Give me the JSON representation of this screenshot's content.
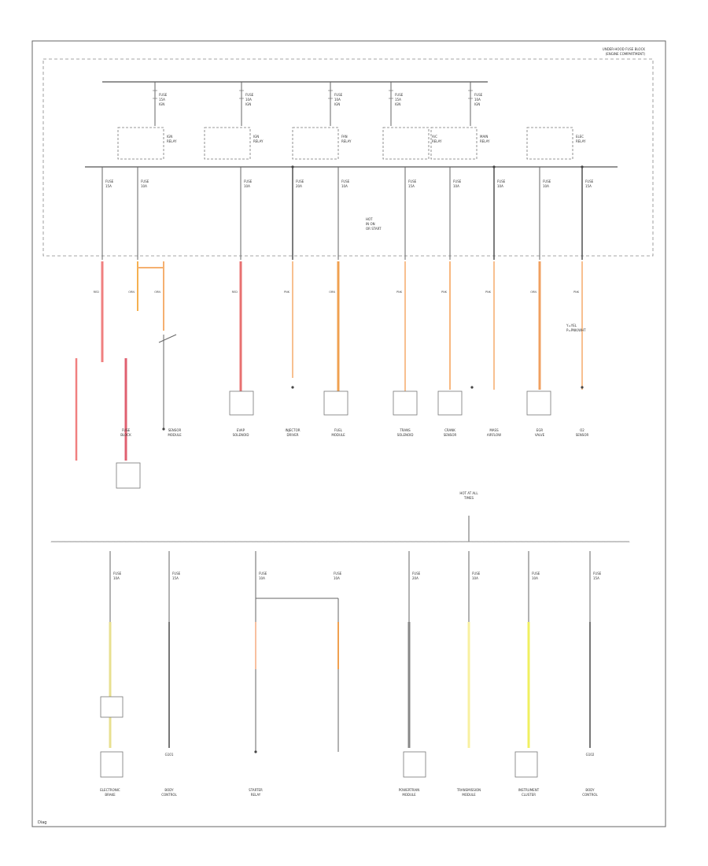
{
  "diagram": {
    "header_lines": [
      "UNDER-HOOD FUSE BLOCK",
      "(ENGINE COMPARTMENT)"
    ],
    "top_fuses": [
      {
        "line1": "FUSE",
        "line2": "15A",
        "line3": "IGN"
      },
      {
        "line1": "FUSE",
        "line2": "10A",
        "line3": "IGN"
      },
      {
        "line1": "FUSE",
        "line2": "10A",
        "line3": "IGN"
      },
      {
        "line1": "FUSE",
        "line2": "15A",
        "line3": "IGN"
      },
      {
        "line1": "FUSE",
        "line2": "10A",
        "line3": "IGN"
      }
    ],
    "relays": [
      {
        "line1": "IGN",
        "line2": "RELAY"
      },
      {
        "line1": "IGN",
        "line2": "RELAY"
      },
      {
        "line1": "FAN",
        "line2": "RELAY"
      },
      {
        "line1": "A/C",
        "line2": "RELAY"
      },
      {
        "line1": "MAIN",
        "line2": "RELAY"
      },
      {
        "line1": "ELEC",
        "line2": "RELAY"
      }
    ],
    "bus_labels": [
      {
        "line1": "FUSE",
        "line2": "15A"
      },
      {
        "line1": "FUSE",
        "line2": "10A"
      },
      {
        "line1": "FUSE",
        "line2": "10A"
      },
      {
        "line1": "FUSE",
        "line2": "20A"
      },
      {
        "line1": "FUSE",
        "line2": "10A"
      },
      {
        "line1": "FUSE",
        "line2": "15A"
      },
      {
        "line1": "FUSE",
        "line2": "10A"
      },
      {
        "line1": "FUSE",
        "line2": "10A"
      },
      {
        "line1": "FUSE",
        "line2": "10A"
      },
      {
        "line1": "FUSE",
        "line2": "15A"
      }
    ],
    "center_note": [
      "HOT",
      "IN ON",
      "OR START"
    ],
    "wire_labels": [
      "RED",
      "ORN",
      "ORN",
      "RED",
      "PNK",
      "ORN",
      "PNK",
      "PNK",
      "PNK",
      "ORN",
      "PNK"
    ],
    "legend": [
      "Y=YEL",
      "P=PNK/WHT"
    ],
    "upper_components": [
      {
        "line1": "FUSE",
        "line2": "BLOCK"
      },
      {
        "line1": "SENSOR",
        "line2": "MODULE"
      },
      {
        "line1": "EVAP",
        "line2": "SOLENOID"
      },
      {
        "line1": "INJECTOR",
        "line2": "DRIVER"
      },
      {
        "line1": "FUEL",
        "line2": "MODULE"
      },
      {
        "line1": "TRANS",
        "line2": "SOLENOID"
      },
      {
        "line1": "CRANK",
        "line2": "SENSOR"
      },
      {
        "line1": "MASS",
        "line2": "AIRFLOW"
      },
      {
        "line1": "EGR",
        "line2": "VALVE"
      },
      {
        "line1": "O2",
        "line2": "SENSOR"
      }
    ],
    "mid_connector": [
      "HOT AT ALL",
      "TIMES"
    ],
    "lower_fuses": [
      {
        "line1": "FUSE",
        "line2": "10A"
      },
      {
        "line1": "FUSE",
        "line2": "15A"
      },
      {
        "line1": "FUSE",
        "line2": "10A"
      },
      {
        "line1": "FUSE",
        "line2": "10A"
      },
      {
        "line1": "FUSE",
        "line2": "20A"
      },
      {
        "line1": "FUSE",
        "line2": "10A"
      },
      {
        "line1": "FUSE",
        "line2": "10A"
      },
      {
        "line1": "FUSE",
        "line2": "15A"
      }
    ],
    "lower_components": [
      {
        "line1": "ELECTRONIC",
        "line2": "BRAKE"
      },
      {
        "line1": "BODY",
        "line2": "CONTROL"
      },
      {
        "line1": "STARTER",
        "line2": "RELAY"
      },
      {
        "line1": "POWERTRAIN",
        "line2": "MODULE"
      },
      {
        "line1": "TRANSMISSION",
        "line2": "MODULE"
      },
      {
        "line1": "INSTRUMENT",
        "line2": "CLUSTER"
      },
      {
        "line1": "BODY",
        "line2": "CONTROL"
      }
    ],
    "ground_labels": [
      "G101",
      "G102"
    ],
    "footer_code": "Diag"
  }
}
